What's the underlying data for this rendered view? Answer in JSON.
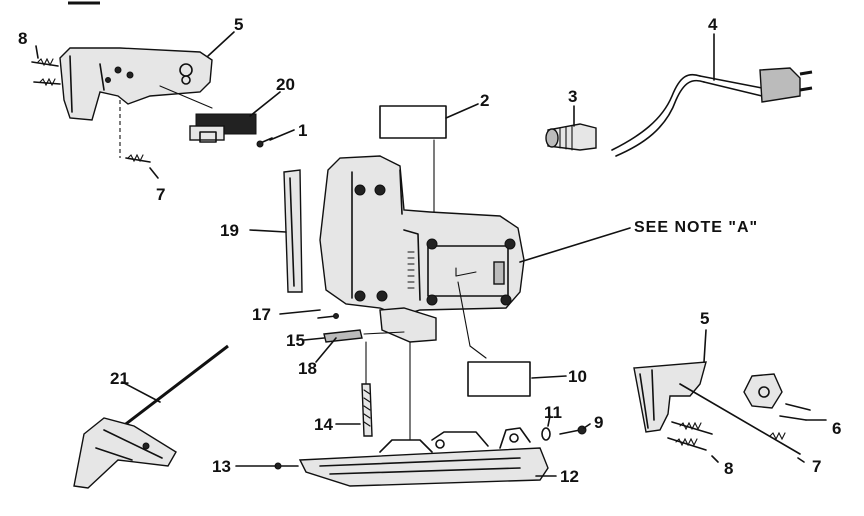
{
  "diagram": {
    "note_text": "SEE NOTE \"A\"",
    "callouts": {
      "c8_top": "8",
      "c5_top": "5",
      "c20": "20",
      "c1": "1",
      "c7_left": "7",
      "c2": "2",
      "c3": "3",
      "c4": "4",
      "c19": "19",
      "c17": "17",
      "c15": "15",
      "c18": "18",
      "c10": "10",
      "c5_right": "5",
      "c6": "6",
      "c8_right": "8",
      "c7_right": "7",
      "c21": "21",
      "c14": "14",
      "c11": "11",
      "c9": "9",
      "c13": "13",
      "c12": "12"
    }
  }
}
